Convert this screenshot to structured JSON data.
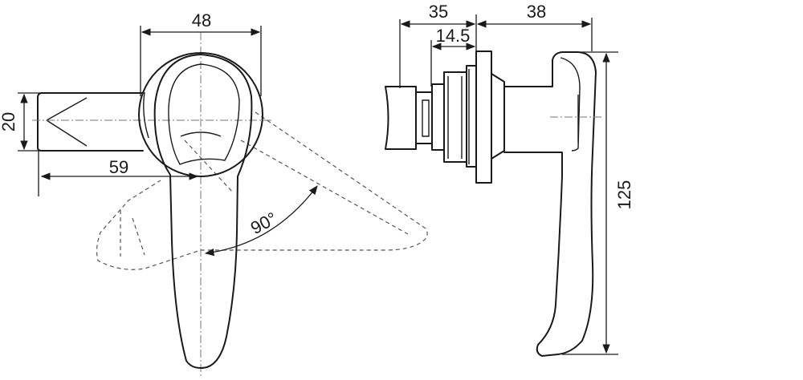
{
  "front_view": {
    "width_label": "48",
    "height_label": "20",
    "offset_label": "59",
    "rotation_label": "90°"
  },
  "side_view": {
    "depth_label": "35",
    "inner_label": "14.5",
    "handle_label": "38",
    "length_label": "125"
  }
}
